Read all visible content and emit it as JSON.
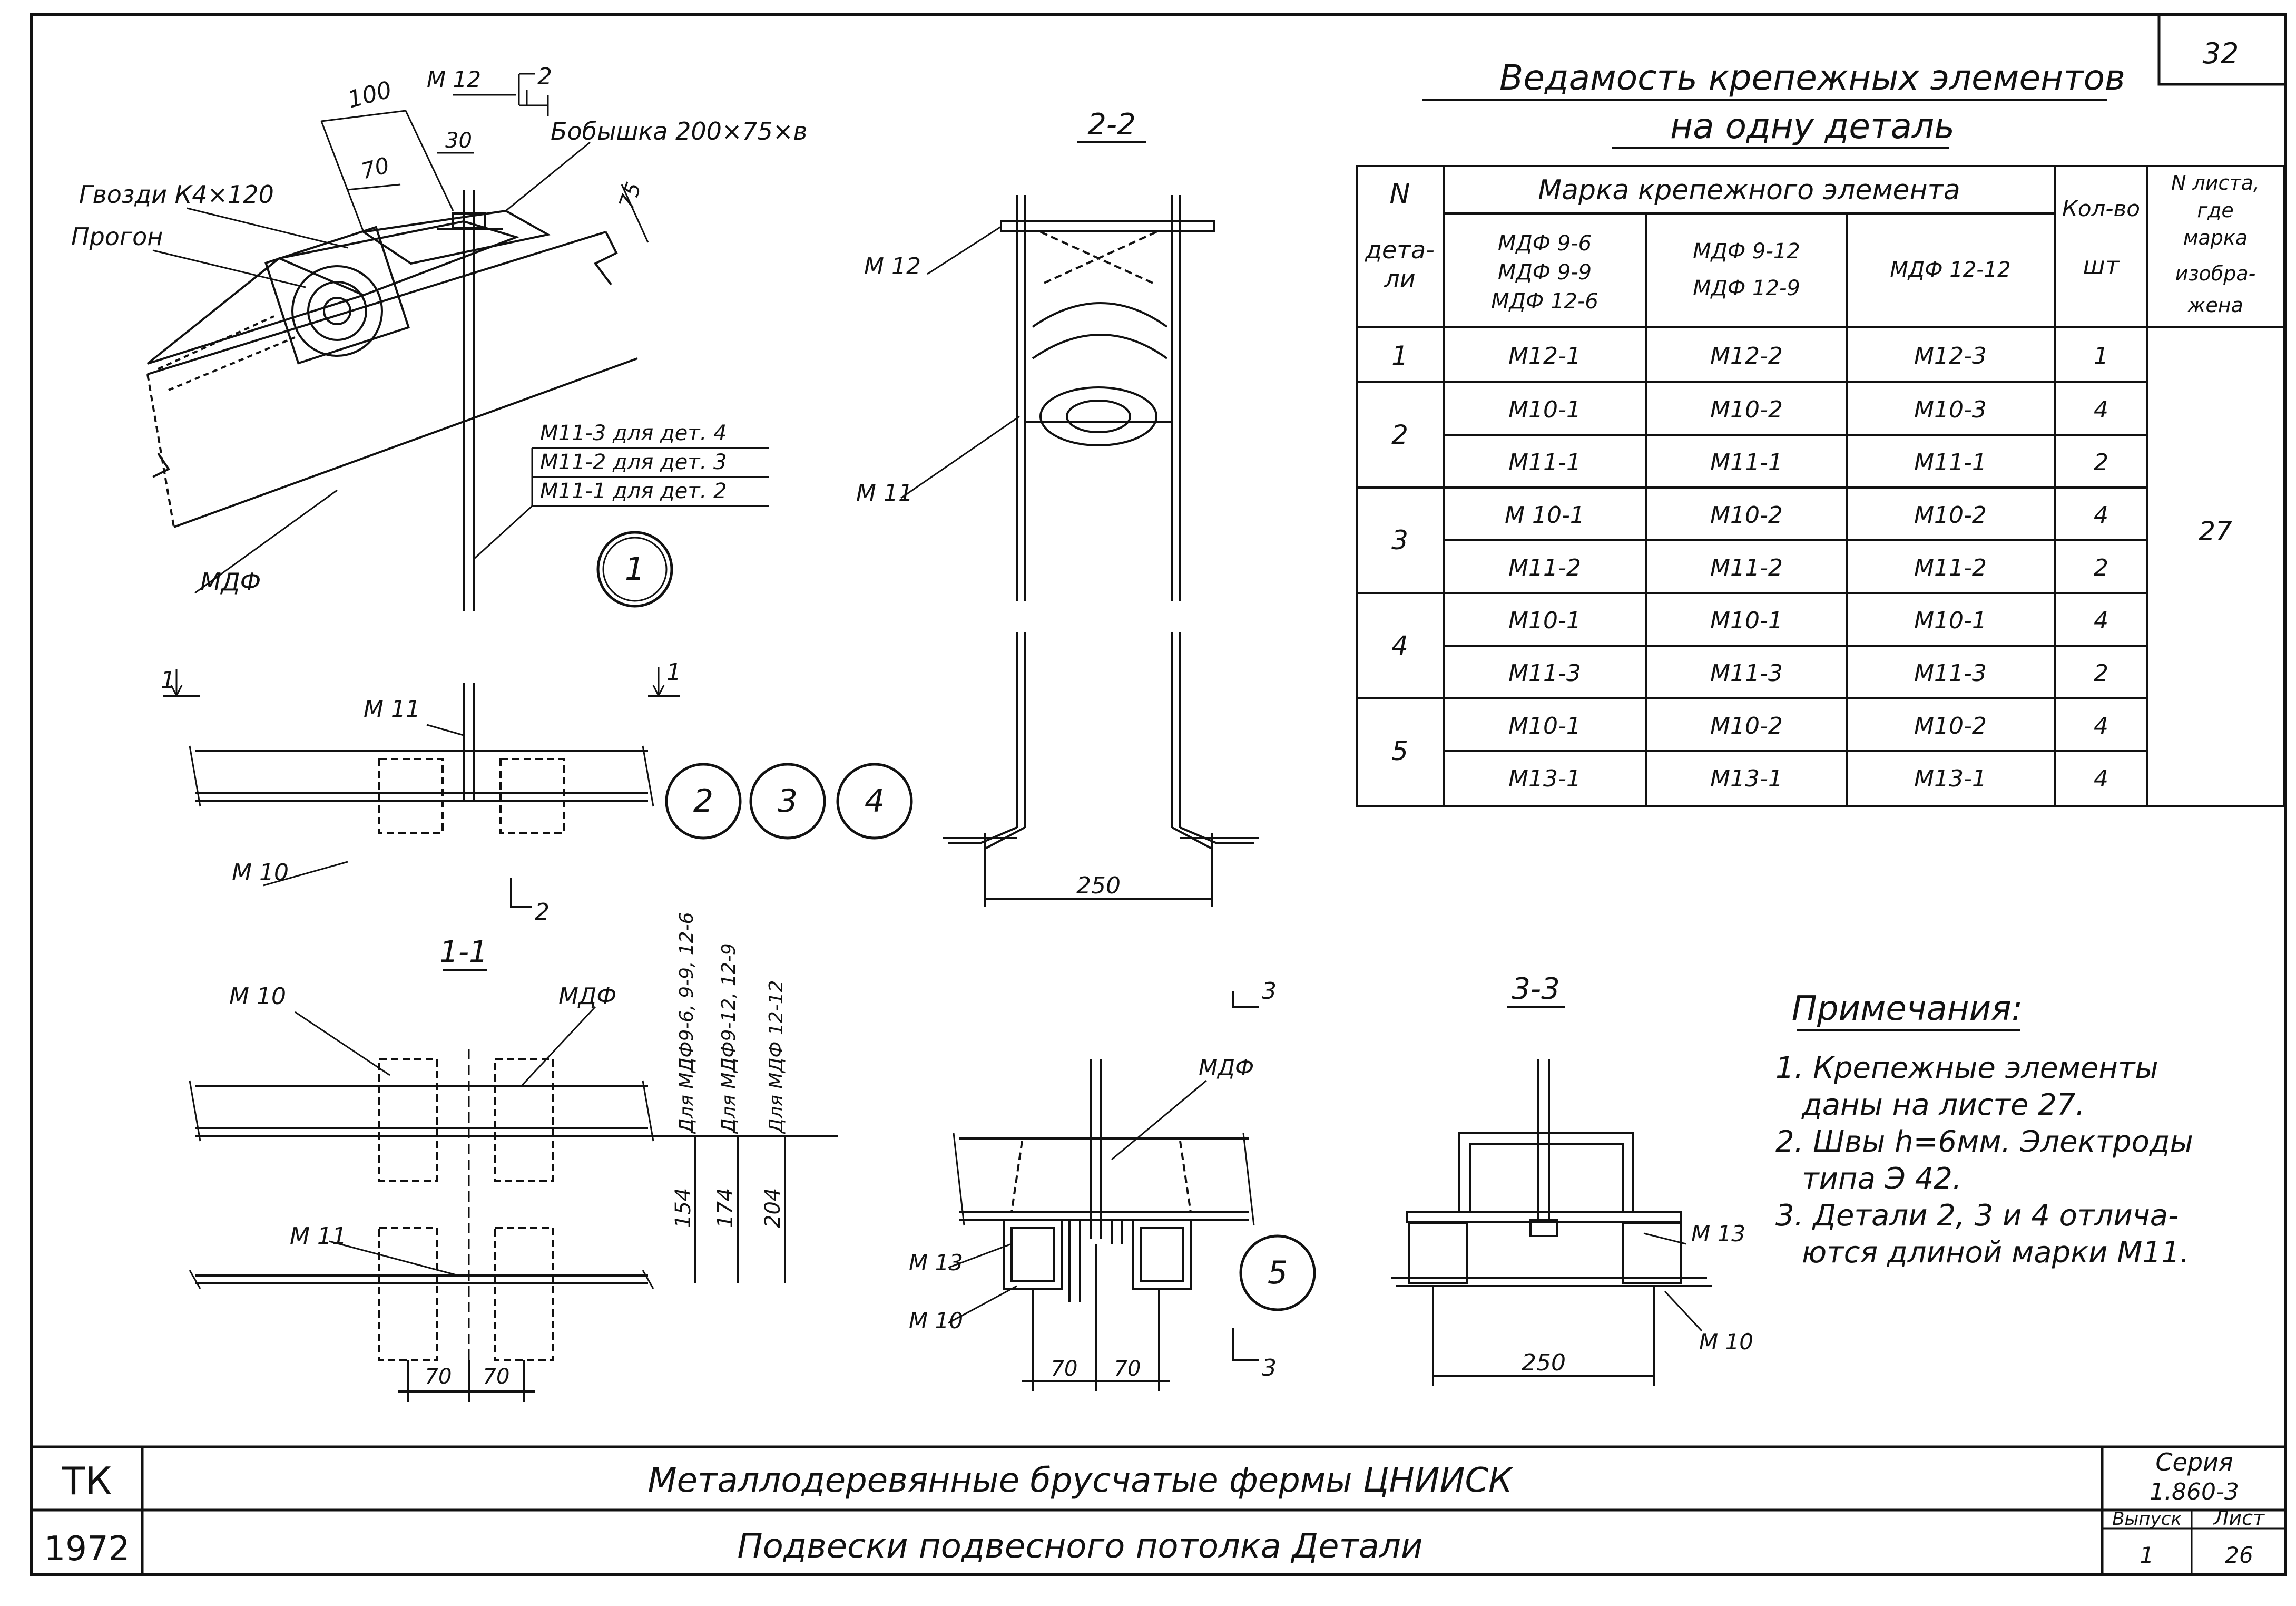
{
  "sheet_number": "32",
  "schedule": {
    "title_line1": "Ведамость крепежных элементов",
    "title_line2": "на одну деталь",
    "header": {
      "col_n_line1": "N",
      "col_n_line2": "дета-",
      "col_n_line3": "ли",
      "col_mark": "Марка крепежного элемента",
      "col_qty_line1": "Кол-во",
      "col_qty_line2": "шт",
      "col_sheet_line1": "N листа,",
      "col_sheet_line2": "где",
      "col_sheet_line3": "марка",
      "col_sheet_line4": "изобра-",
      "col_sheet_line5": "жена",
      "group1_line1": "МДФ 9-6",
      "group1_line2": "МДФ 9-9",
      "group1_line3": "МДФ 12-6",
      "group2_line1": "МДФ 9-12",
      "group2_line2": "МДФ 12-9",
      "group3": "МДФ 12-12"
    },
    "details": [
      "1",
      "2",
      "3",
      "4",
      "5"
    ],
    "rows": [
      [
        "М12-1",
        "М12-2",
        "М12-3",
        "1"
      ],
      [
        "М10-1",
        "М10-2",
        "М10-3",
        "4"
      ],
      [
        "М11-1",
        "М11-1",
        "М11-1",
        "2"
      ],
      [
        "М 10-1",
        "М10-2",
        "М10-2",
        "4"
      ],
      [
        "М11-2",
        "М11-2",
        "М11-2",
        "2"
      ],
      [
        "М10-1",
        "М10-1",
        "М10-1",
        "4"
      ],
      [
        "М11-3",
        "М11-3",
        "М11-3",
        "2"
      ],
      [
        "М10-1",
        "М10-2",
        "М10-2",
        "4"
      ],
      [
        "М13-1",
        "М13-1",
        "М13-1",
        "4"
      ]
    ],
    "sheet_ref": "27"
  },
  "notes": {
    "title": "Примечания:",
    "line1": "1. Крепежные элементы",
    "line2": "даны на листе 27.",
    "line3": "2. Швы h=6мм. Электроды",
    "line4": "типа Э 42.",
    "line5": "3. Детали 2, 3 и 4 отлича-",
    "line6": "ются длиной марки М11."
  },
  "view1": {
    "dim_100": "100",
    "dim_70": "70",
    "dim_30": "30",
    "dim_75": "75",
    "m12": "М 12",
    "cut_2": "2",
    "bobyshka": "Бобышка 200×75×в",
    "nails": "Гвозди К4×120",
    "purlin": "Прогон",
    "m11_3": "М11-3 для дет. 4",
    "m11_2": "М11-2 для дет. 3",
    "m11_1": "М11-1 для дет. 2",
    "mdf": "МДФ",
    "detail_no": "1"
  },
  "plan": {
    "cut_1": "1",
    "m11": "М 11",
    "m10": "М 10",
    "cut_2": "2",
    "d2": "2",
    "d3": "3",
    "d4": "4"
  },
  "section22": {
    "title": "2-2",
    "m12": "М 12",
    "m11": "М 11",
    "dim": "250"
  },
  "section11": {
    "title": "1-1",
    "m10": "М 10",
    "mdf": "МДФ",
    "m11": "М 11",
    "dim_70a": "70",
    "dim_70b": "70",
    "lbl_a": "Для МДФ9-6, 9-9, 12-6",
    "lbl_b": "Для МДФ9-12, 12-9",
    "lbl_c": "Для МДФ 12-12",
    "h_a": "154",
    "h_b": "174",
    "h_c": "204"
  },
  "detail5": {
    "cut_3": "3",
    "mdf": "МДФ",
    "m13": "М 13",
    "m10": "М 10",
    "dim_70a": "70",
    "dim_70b": "70",
    "detail_no": "5"
  },
  "section33": {
    "title": "3-3",
    "m13": "М 13",
    "m10": "М 10",
    "dim": "250"
  },
  "title_block": {
    "code": "ТК",
    "year": "1972",
    "title1": "Металлодеревянные брусчатые фермы ЦНИИСК",
    "title2": "Подвески подвесного потолка Детали",
    "series_label": "Серия",
    "series": "1.860-3",
    "issue_label": "Выпуск",
    "issue": "1",
    "sheet_label": "Лист",
    "sheet": "26"
  }
}
